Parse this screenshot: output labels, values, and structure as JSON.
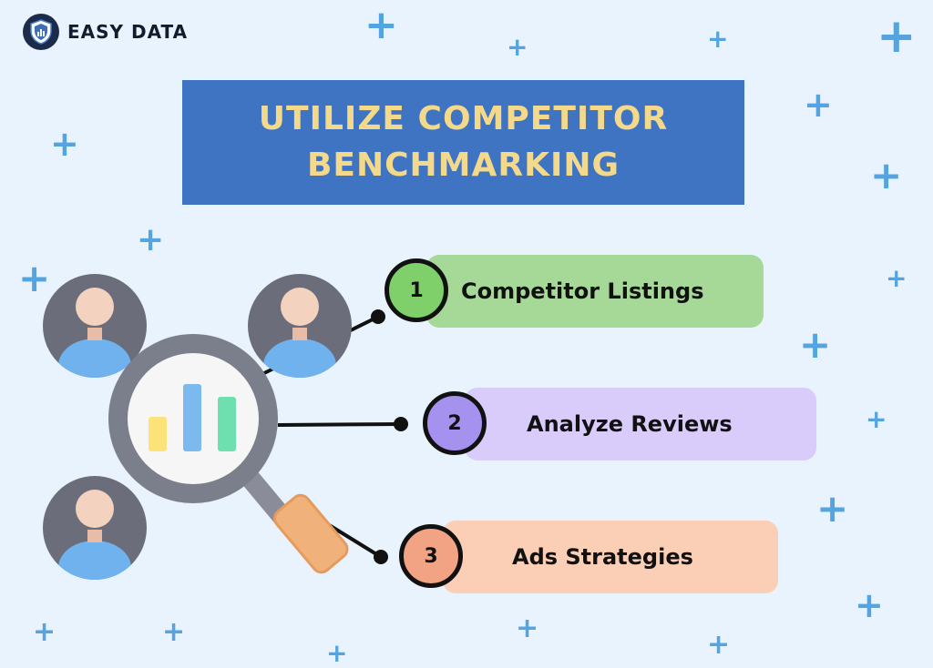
{
  "brand": {
    "name": "EASY DATA",
    "logo_icon": "shield-logo-icon"
  },
  "title": {
    "line1": "UTILIZE COMPETITOR",
    "line2": "BENCHMARKING"
  },
  "items": [
    {
      "number": "1",
      "label": "Competitor Listings",
      "color": "#a6d997",
      "circle_color": "#7fd06a"
    },
    {
      "number": "2",
      "label": "Analyze Reviews",
      "color": "#d9ccfb",
      "circle_color": "#a591ee"
    },
    {
      "number": "3",
      "label": "Ads Strategies",
      "color": "#fbcfb6",
      "circle_color": "#f1a384"
    }
  ],
  "colors": {
    "background": "#e8f3fd",
    "title_bg": "#3f74c3",
    "title_text": "#f4d98a",
    "plus": "#53a4e0"
  },
  "icons": [
    "person-avatar-icon",
    "magnifying-glass-icon",
    "bar-chart-icon",
    "plus-decoration-icon"
  ]
}
